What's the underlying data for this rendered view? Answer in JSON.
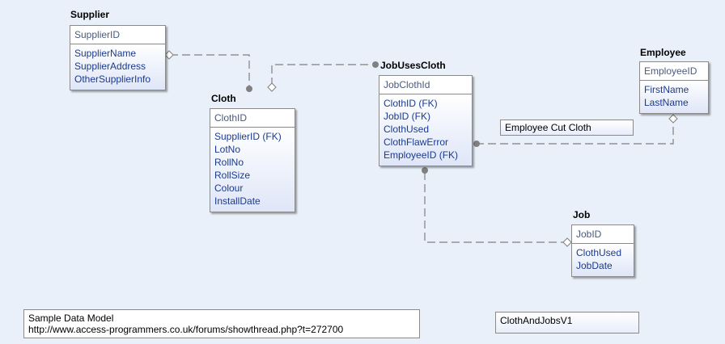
{
  "entities": {
    "supplier": {
      "title": "Supplier",
      "pk": [
        "SupplierID"
      ],
      "attrs": [
        "SupplierName",
        "SupplierAddress",
        "OtherSupplierInfo"
      ]
    },
    "cloth": {
      "title": "Cloth",
      "pk": [
        "ClothID"
      ],
      "attrs": [
        "SupplierID (FK)",
        "LotNo",
        "RollNo",
        "RollSize",
        "Colour",
        "InstallDate"
      ]
    },
    "jobusescloth": {
      "title": "JobUsesCloth",
      "pk": [
        "JobClothId"
      ],
      "attrs": [
        "ClothID (FK)",
        "JobID (FK)",
        "ClothUsed",
        "ClothFlawError",
        "EmployeeID (FK)"
      ]
    },
    "employee": {
      "title": "Employee",
      "pk": [
        "EmployeeID"
      ],
      "attrs": [
        "FirstName",
        "LastName"
      ]
    },
    "job": {
      "title": "Job",
      "pk": [
        "JobID"
      ],
      "attrs": [
        "ClothUsed",
        "JobDate"
      ]
    }
  },
  "relationship_label": "Employee Cut Cloth",
  "note": {
    "line1": "Sample Data Model",
    "line2": "http://www.access-programmers.co.uk/forums/showthread.php?t=272700"
  },
  "model_name": "ClothAndJobsV1",
  "colors": {
    "background": "#e9f0f9",
    "pk_text": "#4a5a7a",
    "attr_text": "#1a3a8e",
    "line": "#808080"
  }
}
